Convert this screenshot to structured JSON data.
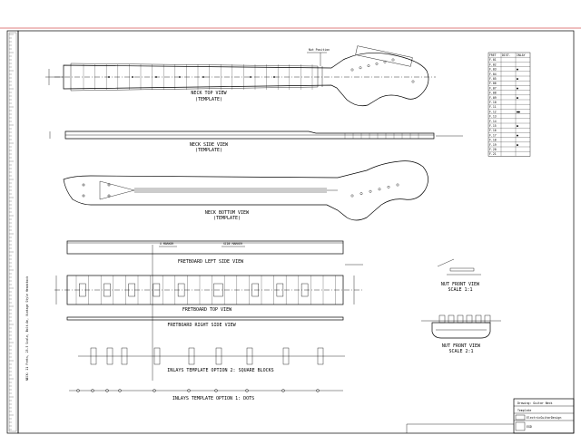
{
  "views": {
    "neck_top": {
      "title": "NECK TOP VIEW",
      "subtitle": "(TEMPLATE)"
    },
    "neck_side": {
      "title": "NECK SIDE VIEW",
      "subtitle": "(TEMPLATE)"
    },
    "neck_bottom": {
      "title": "NECK BOTTOM VIEW",
      "subtitle": "(TEMPLATE)"
    },
    "fb_left": {
      "title": "FRETBOARD LEFT SIDE VIEW"
    },
    "fb_top": {
      "title": "FRETBOARD TOP VIEW"
    },
    "fb_right": {
      "title": "FRETBOARD RIGHT SIDE VIEW"
    },
    "nut_front": {
      "title": "NUT FRONT VIEW",
      "subtitle": "SCALE 1:1"
    },
    "nut_front2": {
      "title": "NUT FRONT VIEW",
      "subtitle": "SCALE 2:1"
    },
    "inlay_square": {
      "title": "INLAYS TEMPLATE OPTION 2: SQUARE BLOCKS"
    },
    "inlay_dots": {
      "title": "INLAYS TEMPLATE OPTION 1: DOTS"
    }
  },
  "callouts": {
    "nut_position": "Nut Position",
    "x_marker": "X MARKER",
    "side_marker": "SIDE MARKER"
  },
  "side_note": "NECK: 21 Frets, 25.5 Scale, Bolt-On, Vintage Style Headstock",
  "fret_table": {
    "headers": [
      "FRET",
      "DIST.",
      "INLAY"
    ],
    "rows": [
      [
        "F.01",
        "",
        ""
      ],
      [
        "F.02",
        "",
        ""
      ],
      [
        "F.03",
        "",
        "●"
      ],
      [
        "F.04",
        "",
        ""
      ],
      [
        "F.05",
        "",
        "●"
      ],
      [
        "F.06",
        "",
        ""
      ],
      [
        "F.07",
        "",
        "●"
      ],
      [
        "F.08",
        "",
        ""
      ],
      [
        "F.09",
        "",
        "●"
      ],
      [
        "F.10",
        "",
        ""
      ],
      [
        "F.11",
        "",
        ""
      ],
      [
        "F.12",
        "",
        "●●"
      ],
      [
        "F.13",
        "",
        ""
      ],
      [
        "F.14",
        "",
        ""
      ],
      [
        "F.15",
        "",
        "●"
      ],
      [
        "F.16",
        "",
        ""
      ],
      [
        "F.17",
        "",
        "●"
      ],
      [
        "F.18",
        "",
        ""
      ],
      [
        "F.19",
        "",
        "●"
      ],
      [
        "F.20",
        "",
        ""
      ],
      [
        "F.21",
        "",
        ""
      ]
    ]
  },
  "title_block": {
    "line1": "Drawing: Guitar Neck",
    "line2": "Template",
    "company": "ElectricGuitarDesign",
    "logo_text": "EGD"
  }
}
